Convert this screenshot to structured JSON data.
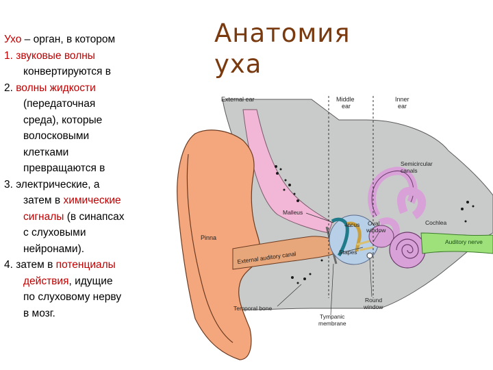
{
  "title": "Анатомия уха",
  "text": {
    "l1_a": "Ухо",
    "l1_b": " – орган, в котором",
    "l2_num": "1. ",
    "l2_red": "звуковые волны",
    "l3": "конвертируются в",
    "l4_num": " 2. ",
    "l4_red": "волны жидкости",
    "l5": "(передаточная",
    "l6": "среда), которые",
    "l7": "волосковыми",
    "l8": "клетками",
    "l9": "превращаются в",
    "l10": "3. электрические, а",
    "l11_a": "затем в ",
    "l11_red": "химические",
    "l12_red": "сигналы",
    "l12_b": " (в синапсах",
    "l13": "с слуховыми",
    "l14": "нейронами).",
    "l15_num": "4.  затем в ",
    "l15_red": "потенциалы",
    "l16_red": "действия",
    "l16_b": ", идущие",
    "l17": "по слуховому нерву",
    "l18": "в мозг."
  },
  "diagram": {
    "external_ear": "External ear",
    "middle_ear_1": "Middle",
    "middle_ear_2": "ear",
    "inner_ear_1": "Inner",
    "inner_ear_2": "ear",
    "semicircular_1": "Semicircular",
    "semicircular_2": "canals",
    "malleus": "Malleus",
    "incus": "Incus",
    "oval_window_1": "Oval",
    "oval_window_2": "window",
    "cochlea": "Cochlea",
    "auditory_nerve": "Auditory nerve",
    "pinna": "Pinna",
    "stapes": "Stapes",
    "external_auditory_canal": "External auditory canal",
    "temporal_bone": "Temporal bone",
    "tympanic_1": "Tympanic",
    "tympanic_2": "membrane",
    "round_window_1": "Round",
    "round_window_2": "window"
  },
  "colors": {
    "title": "#7a3a10",
    "highlight": "#c00000",
    "pinna": "#f4a67c",
    "bone": "#c9cbca",
    "canal": "#f2b7d6",
    "inner_ear": "#d8a2d8",
    "nerve": "#9ee07a"
  }
}
